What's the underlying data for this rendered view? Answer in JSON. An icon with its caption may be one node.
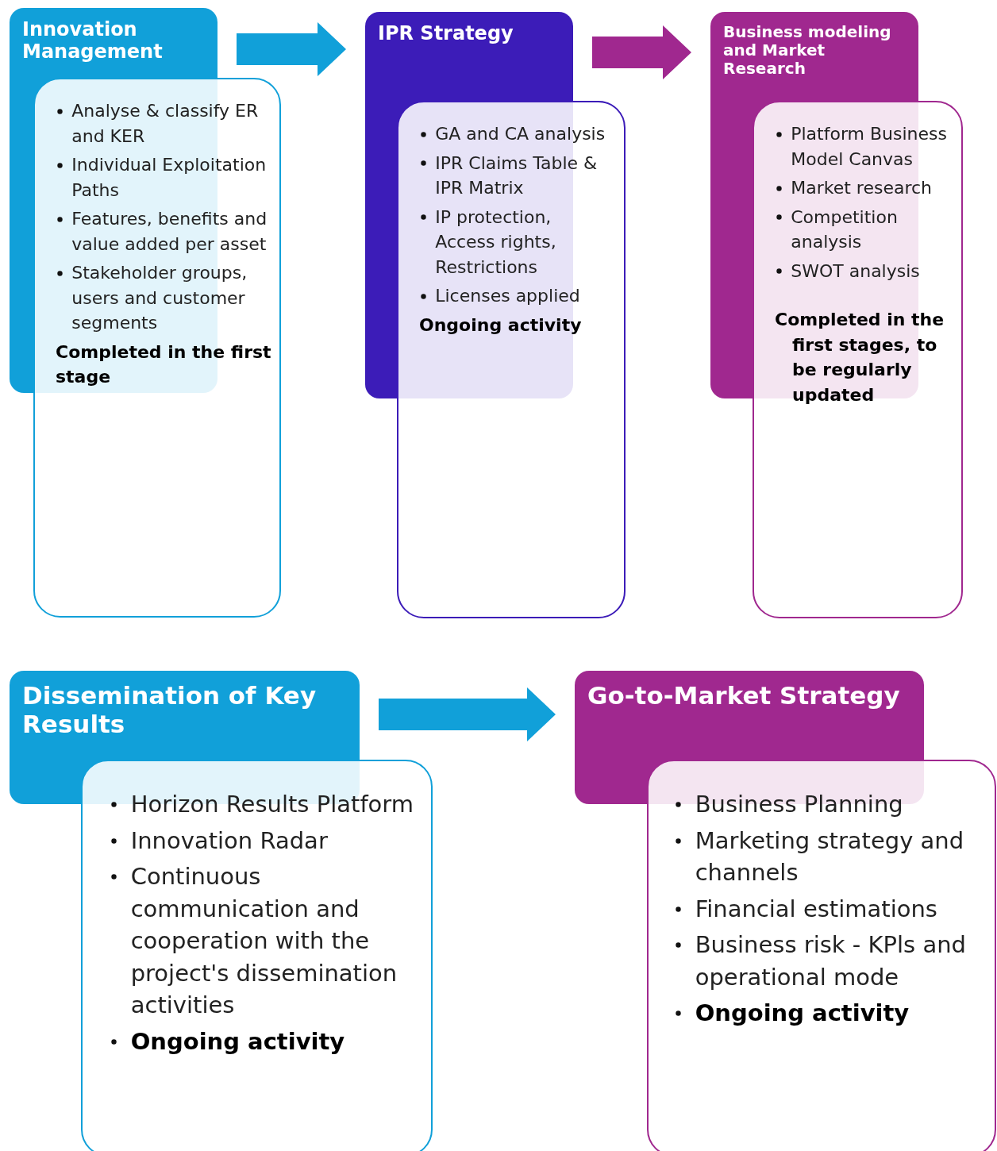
{
  "diagram": {
    "nodes": [
      {
        "text": [
          "Innovation Management"
        ]
      },
      {
        "text": [
          "Analyse & classify ER and KER",
          "Individual Exploitation Paths",
          "Features, benefits and value added per asset",
          "Stakeholder groups, users and customer segments",
          "Completed in the first stage"
        ]
      },
      {
        "text": [
          "IPR Strategy"
        ]
      },
      {
        "text": [
          "GA and CA analysis",
          "IPR Claims Table & IPR Matrix",
          "IP protection, Access rights, Restrictions",
          "Licenses applied",
          "Ongoing activity"
        ]
      },
      {
        "text": [
          "Business modeling and Market Research"
        ]
      },
      {
        "text": [
          "Platform Business Model Canvas",
          "Market research",
          "Competition analysis",
          "SWOT analysis",
          "Completed in the first stages, to be regularly updated"
        ]
      },
      {
        "text": [
          "Dissemination of Key Results"
        ]
      },
      {
        "text": [
          "Horizon Results Platform",
          "Innovation Radar",
          "Continuous communication and cooperation with the project's dissemination activities",
          "Ongoing activity"
        ]
      },
      {
        "text": [
          "Go-to-Market Strategy"
        ]
      },
      {
        "text": [
          "Business Planning",
          "Marketing strategy and channels",
          "Financial estimations",
          "Business risk - KPls and operational mode",
          "Ongoing activity"
        ]
      }
    ],
    "edges": [
      {
        "from": 0,
        "to": 2,
        "arrow": "to"
      },
      {
        "from": 2,
        "to": 4,
        "arrow": "to",
        "color": "#a0288f"
      },
      {
        "from": 6,
        "to": 8,
        "arrow": "to"
      }
    ]
  }
}
